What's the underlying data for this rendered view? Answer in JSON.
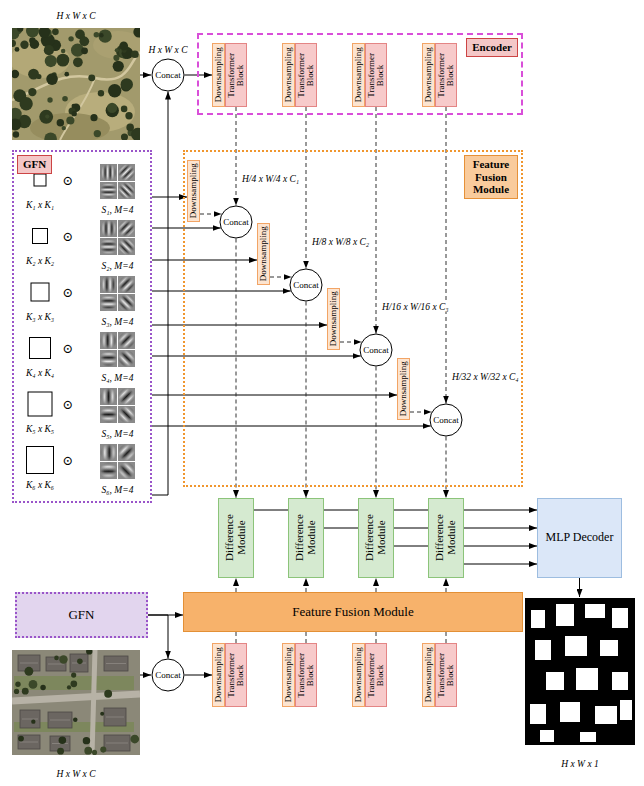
{
  "diagram": {
    "nodes": [
      {
        "text": [
          "Encoder"
        ]
      },
      {
        "text": [
          "Downsampling"
        ],
        "in": 0
      },
      {
        "text": [
          "Transformer Block"
        ],
        "in": 0
      },
      {
        "text": [
          "Downsampling"
        ],
        "in": 0
      },
      {
        "text": [
          "Transformer Block"
        ],
        "in": 0
      },
      {
        "text": [
          "Downsampling"
        ],
        "in": 0
      },
      {
        "text": [
          "Transformer Block"
        ],
        "in": 0
      },
      {
        "text": [
          "Downsampling"
        ],
        "in": 0
      },
      {
        "text": [
          "Transformer Block"
        ],
        "in": 0
      },
      {
        "text": [
          "Concat"
        ]
      },
      {
        "text": [
          "GFN"
        ]
      },
      {
        "text": [
          "Feature Fusion Module"
        ]
      },
      {
        "text": [
          "Downsampling"
        ],
        "in": 11
      },
      {
        "text": [
          "Concat"
        ],
        "in": 11
      },
      {
        "text": [
          "Downsampling"
        ],
        "in": 11
      },
      {
        "text": [
          "Concat"
        ],
        "in": 11
      },
      {
        "text": [
          "Downsampling"
        ],
        "in": 11
      },
      {
        "text": [
          "Concat"
        ],
        "in": 11
      },
      {
        "text": [
          "Downsampling"
        ],
        "in": 11
      },
      {
        "text": [
          "Concat"
        ],
        "in": 11
      },
      {
        "text": [
          "Difference Module"
        ]
      },
      {
        "text": [
          "Difference Module"
        ]
      },
      {
        "text": [
          "Difference Module"
        ]
      },
      {
        "text": [
          "Difference Module"
        ]
      },
      {
        "text": [
          "MLP Decoder"
        ]
      },
      {
        "text": [
          "GFN"
        ]
      },
      {
        "text": [
          "Feature Fusion Module"
        ]
      },
      {
        "text": [
          "Concat"
        ]
      },
      {
        "text": [
          "Downsampling"
        ]
      },
      {
        "text": [
          "Transformer Block"
        ]
      },
      {
        "text": [
          "Downsampling"
        ]
      },
      {
        "text": [
          "Transformer Block"
        ]
      },
      {
        "text": [
          "Downsampling"
        ]
      },
      {
        "text": [
          "Transformer Block"
        ]
      },
      {
        "text": [
          "Downsampling"
        ]
      },
      {
        "text": [
          "Transformer Block"
        ]
      }
    ],
    "edges": [
      {
        "from": 9,
        "to": 1,
        "arrow": "to"
      },
      {
        "from": 10,
        "to": 9,
        "arrow": "to"
      },
      {
        "from": 10,
        "to": 12,
        "arrow": "to"
      },
      {
        "from": 10,
        "to": 13,
        "arrow": "to"
      },
      {
        "from": 10,
        "to": 14,
        "arrow": "to"
      },
      {
        "from": 10,
        "to": 15,
        "arrow": "to"
      },
      {
        "from": 10,
        "to": 16,
        "arrow": "to"
      },
      {
        "from": 10,
        "to": 17,
        "arrow": "to"
      },
      {
        "from": 10,
        "to": 18,
        "arrow": "to"
      },
      {
        "from": 10,
        "to": 19,
        "arrow": "to"
      },
      {
        "from": 12,
        "to": 13,
        "arrow": "to"
      },
      {
        "from": 14,
        "to": 15,
        "arrow": "to"
      },
      {
        "from": 16,
        "to": 17,
        "arrow": "to"
      },
      {
        "from": 18,
        "to": 19,
        "arrow": "to"
      },
      {
        "from": 2,
        "to": 13,
        "arrow": "to"
      },
      {
        "from": 4,
        "to": 15,
        "arrow": "to"
      },
      {
        "from": 6,
        "to": 17,
        "arrow": "to"
      },
      {
        "from": 8,
        "to": 19,
        "arrow": "to"
      },
      {
        "from": 13,
        "to": 20,
        "arrow": "to"
      },
      {
        "from": 15,
        "to": 21,
        "arrow": "to"
      },
      {
        "from": 17,
        "to": 22,
        "arrow": "to"
      },
      {
        "from": 19,
        "to": 23,
        "arrow": "to"
      },
      {
        "from": 20,
        "to": 24,
        "arrow": "to"
      },
      {
        "from": 21,
        "to": 24,
        "arrow": "to"
      },
      {
        "from": 22,
        "to": 24,
        "arrow": "to"
      },
      {
        "from": 23,
        "to": 24,
        "arrow": "to"
      },
      {
        "from": 25,
        "to": 26,
        "arrow": "to"
      },
      {
        "from": 25,
        "to": 27,
        "arrow": "to"
      },
      {
        "from": 27,
        "to": 28,
        "arrow": "to"
      },
      {
        "from": 29,
        "to": 26,
        "arrow": "none"
      },
      {
        "from": 31,
        "to": 26,
        "arrow": "none"
      },
      {
        "from": 33,
        "to": 26,
        "arrow": "none"
      },
      {
        "from": 35,
        "to": 26,
        "arrow": "none"
      },
      {
        "from": 26,
        "to": 20,
        "arrow": "to"
      },
      {
        "from": 26,
        "to": 21,
        "arrow": "to"
      },
      {
        "from": 26,
        "to": 22,
        "arrow": "to"
      },
      {
        "from": 26,
        "to": 23,
        "arrow": "to"
      }
    ],
    "labels": [
      "H x W x C",
      "H x W x C",
      "K₁ x K₁",
      "⊙",
      "S₁, M=4",
      "K₂ x K₂",
      "⊙",
      "S₂, M=4",
      "K₃ x K₃",
      "⊙",
      "S₃, M=4",
      "K₄ x K₄",
      "⊙",
      "S₄, M=4",
      "K₅ x K₅",
      "⊙",
      "S₅, M=4",
      "K₆ x K₆",
      "⊙",
      "S₆, M=4",
      "H/4 x W/4 x C₁",
      "H/8 x W/8 x C₂",
      "H/16 x W/16 x C₃",
      "H/32 x W/32 x C₄",
      "H x W x 1",
      "H x W x C"
    ]
  }
}
